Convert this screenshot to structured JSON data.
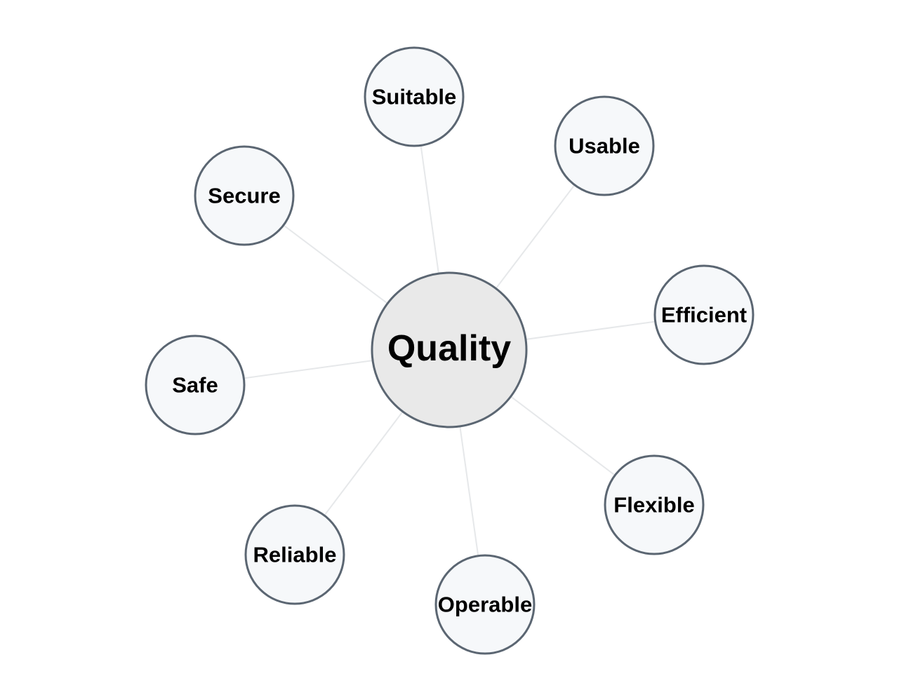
{
  "center": {
    "label": "Quality"
  },
  "attributes": [
    {
      "id": "suitable",
      "label": "Suitable"
    },
    {
      "id": "usable",
      "label": "Usable"
    },
    {
      "id": "efficient",
      "label": "Efficient"
    },
    {
      "id": "flexible",
      "label": "Flexible"
    },
    {
      "id": "operable",
      "label": "Operable"
    },
    {
      "id": "reliable",
      "label": "Reliable"
    },
    {
      "id": "safe",
      "label": "Safe"
    },
    {
      "id": "secure",
      "label": "Secure"
    }
  ],
  "colors": {
    "node_fill": "#f6f8fa",
    "center_fill": "#e9e9e9",
    "node_stroke": "#5b6672",
    "link": "#e6e8ea",
    "text": "#000000"
  }
}
